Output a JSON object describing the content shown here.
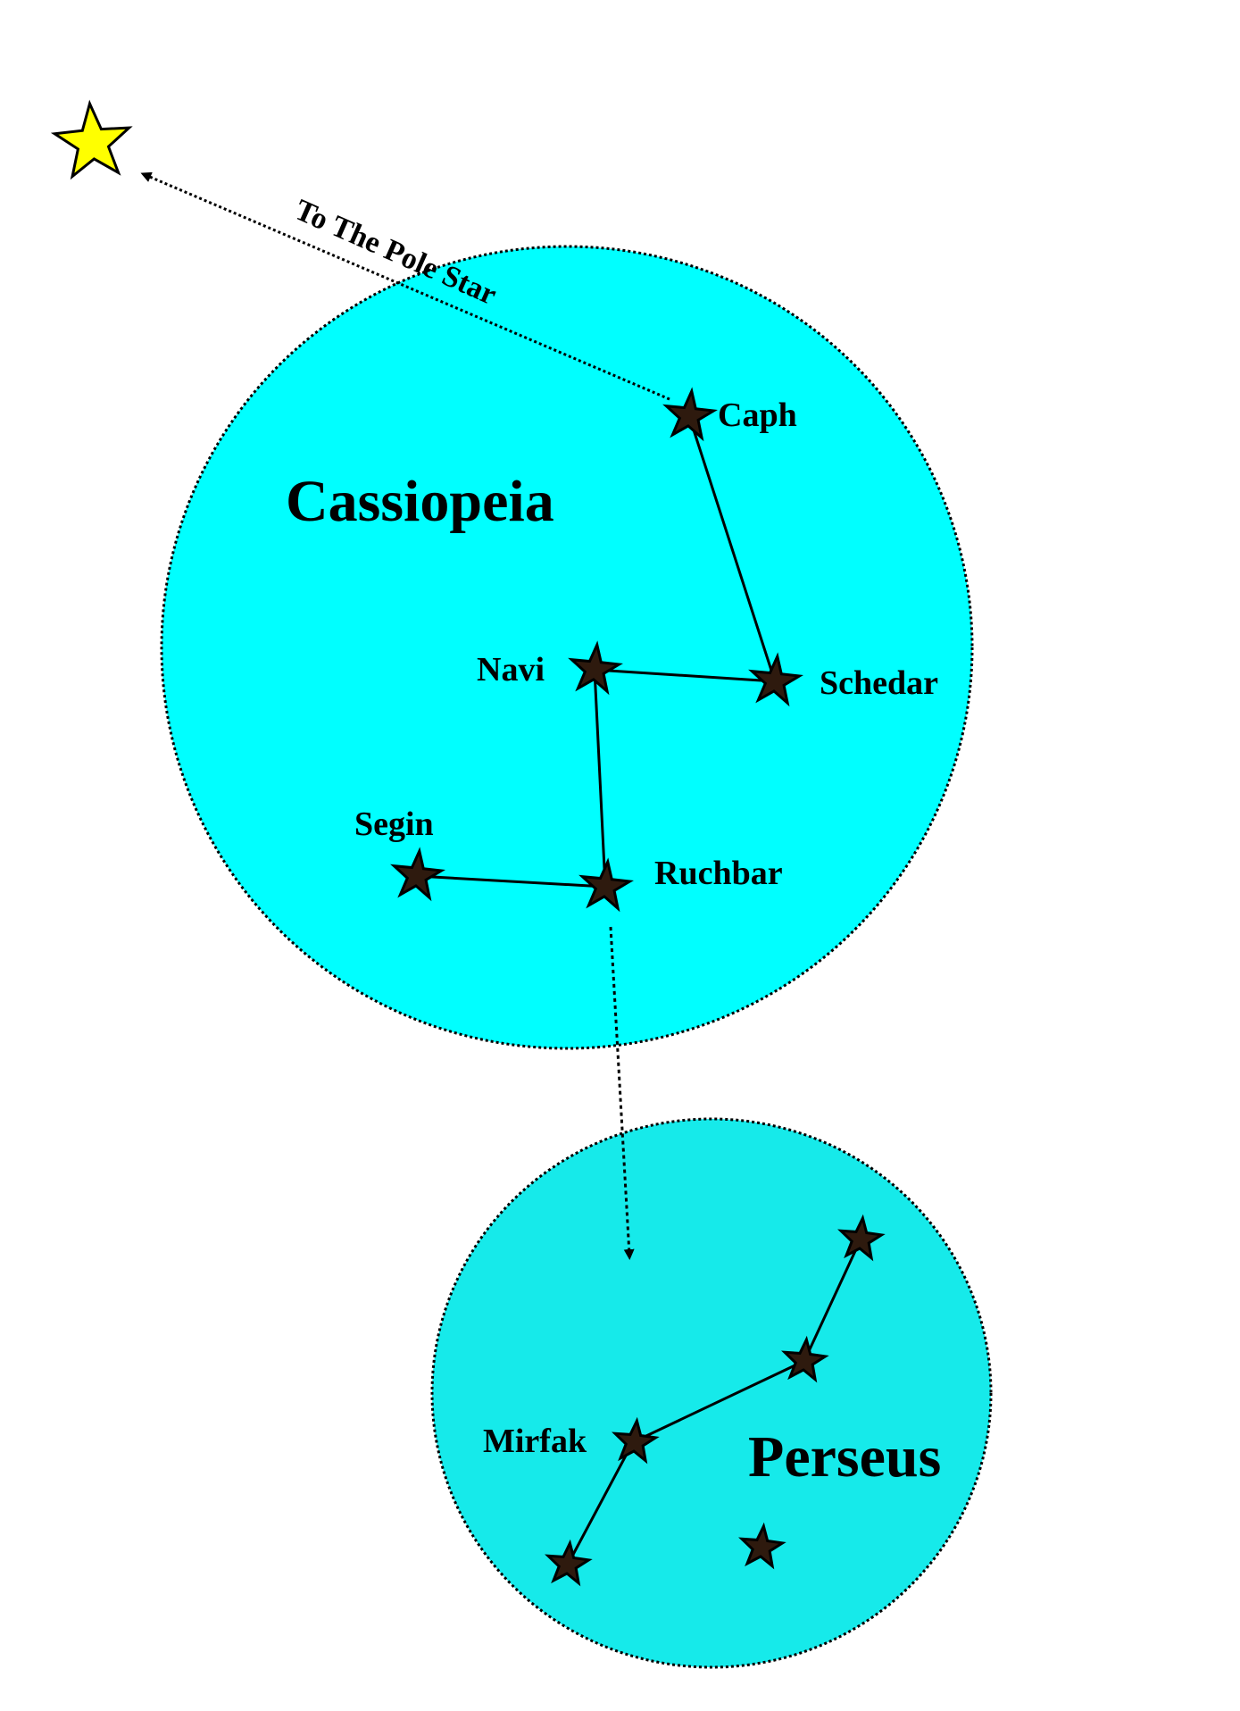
{
  "diagram": {
    "pole_star": {
      "label": "To The Pole Star",
      "color": "#FFFF00"
    },
    "constellations": [
      {
        "name": "Cassiopeia",
        "fill": "#00FFFF",
        "stars": [
          {
            "id": "caph",
            "label": "Caph"
          },
          {
            "id": "schedar",
            "label": "Schedar"
          },
          {
            "id": "navi",
            "label": "Navi"
          },
          {
            "id": "ruchbar",
            "label": "Ruchbar"
          },
          {
            "id": "segin",
            "label": "Segin"
          }
        ]
      },
      {
        "name": "Perseus",
        "fill": "#16EAEA",
        "stars": [
          {
            "id": "p1",
            "label": ""
          },
          {
            "id": "p2",
            "label": ""
          },
          {
            "id": "mirfak",
            "label": "Mirfak"
          },
          {
            "id": "p4",
            "label": ""
          },
          {
            "id": "p5",
            "label": ""
          }
        ]
      }
    ],
    "star_fill": "#2E1A0E"
  }
}
